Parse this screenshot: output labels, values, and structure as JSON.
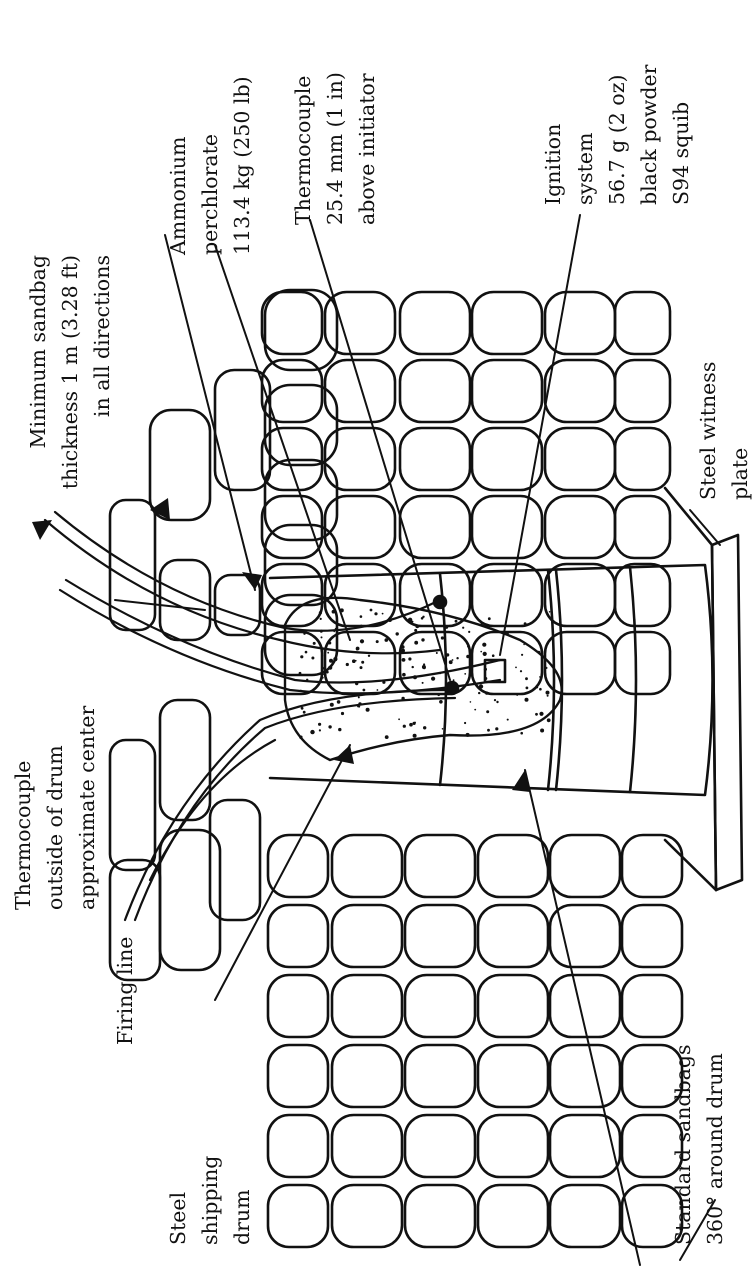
{
  "labels": {
    "sandbag_thickness": [
      "Minimum sandbag",
      "thickness 1 m (3.28 ft)",
      "in all directions"
    ],
    "ammonium_perchlorate": [
      "Ammonium",
      "perchlorate",
      "113.4 kg (250 lb)"
    ],
    "thermocouple_inside": [
      "Thermocouple",
      "25.4 mm (1 in)",
      "above initiator"
    ],
    "ignition_system": [
      "Ignition",
      "system",
      "56.7 g (2 oz)",
      "black powder",
      "S94 squib"
    ],
    "witness_plate": [
      "Steel witness",
      "plate"
    ],
    "thermocouple_outside": [
      "Thermocouple",
      "outside of drum",
      "approximate center"
    ],
    "firing_line": [
      "Firing line"
    ],
    "shipping_drum": [
      "Steel",
      "shipping",
      "drum"
    ],
    "standard_sandbags": [
      "Standard sandbags",
      "360° around drum"
    ]
  },
  "colors": {
    "ink": "#111111",
    "paper": "#ffffff"
  }
}
